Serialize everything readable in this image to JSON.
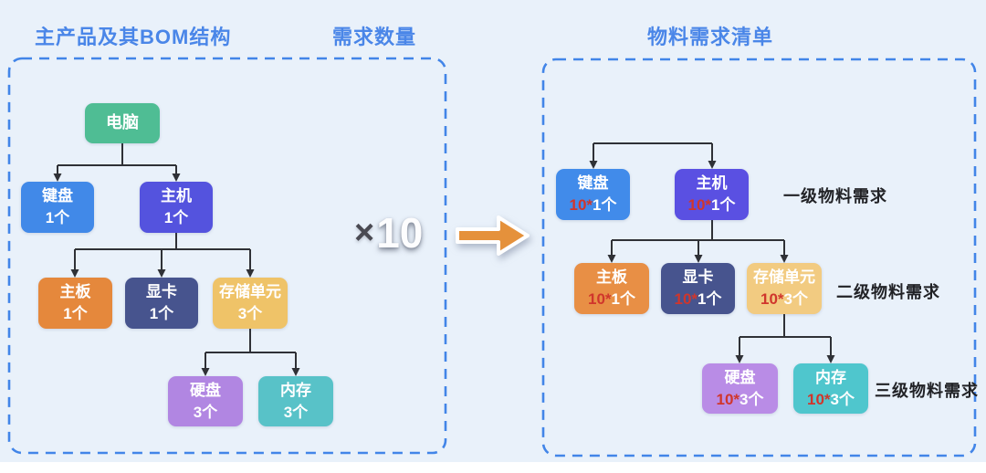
{
  "header": {
    "bom_title": "主产品及其BOM结构",
    "demand_title": "需求数量",
    "result_title": "物料需求清单"
  },
  "demand": {
    "times_symbol": "×",
    "quantity": "10"
  },
  "colors": {
    "background": "#E9F1FA",
    "title_blue": "#4A86E8",
    "panel_border_blue": "#4285E8",
    "connector_dark": "#2F3136",
    "multiplier_red": "#D0362C",
    "arrow_orange": "#E5913B"
  },
  "bom": {
    "root": {
      "label": "电脑",
      "color": "#4FBD94"
    },
    "level1": [
      {
        "label": "键盘",
        "mult": "",
        "qty": "1个",
        "color": "#4189E8"
      },
      {
        "label": "主机",
        "mult": "",
        "qty": "1个",
        "color": "#5453DE"
      }
    ],
    "level2": [
      {
        "label": "主板",
        "mult": "",
        "qty": "1个",
        "color": "#E5883C"
      },
      {
        "label": "显卡",
        "mult": "",
        "qty": "1个",
        "color": "#47548E"
      },
      {
        "label": "存储单元",
        "mult": "",
        "qty": "3个",
        "color": "#EFC368"
      }
    ],
    "level3": [
      {
        "label": "硬盘",
        "mult": "",
        "qty": "3个",
        "color": "#B186E2"
      },
      {
        "label": "内存",
        "mult": "",
        "qty": "3个",
        "color": "#58C2C8"
      }
    ]
  },
  "requirements": {
    "level1": {
      "annotation": "一级物料需求",
      "nodes": [
        {
          "label": "键盘",
          "mult": "10*",
          "qty": "1个",
          "color": "#418BEA"
        },
        {
          "label": "主机",
          "mult": "10*",
          "qty": "1个",
          "color": "#5A50E2"
        }
      ]
    },
    "level2": {
      "annotation": "二级物料需求",
      "nodes": [
        {
          "label": "主板",
          "mult": "10*",
          "qty": "1个",
          "color": "#E88F45"
        },
        {
          "label": "显卡",
          "mult": "10*",
          "qty": "1个",
          "color": "#47548E"
        },
        {
          "label": "存储单元",
          "mult": "10*",
          "qty": "3个",
          "color": "#F2CB81"
        }
      ]
    },
    "level3": {
      "annotation": "三级物料需求",
      "nodes": [
        {
          "label": "硬盘",
          "mult": "10*",
          "qty": "3个",
          "color": "#B98CE6"
        },
        {
          "label": "内存",
          "mult": "10*",
          "qty": "3个",
          "color": "#4FC6CD"
        }
      ]
    }
  }
}
